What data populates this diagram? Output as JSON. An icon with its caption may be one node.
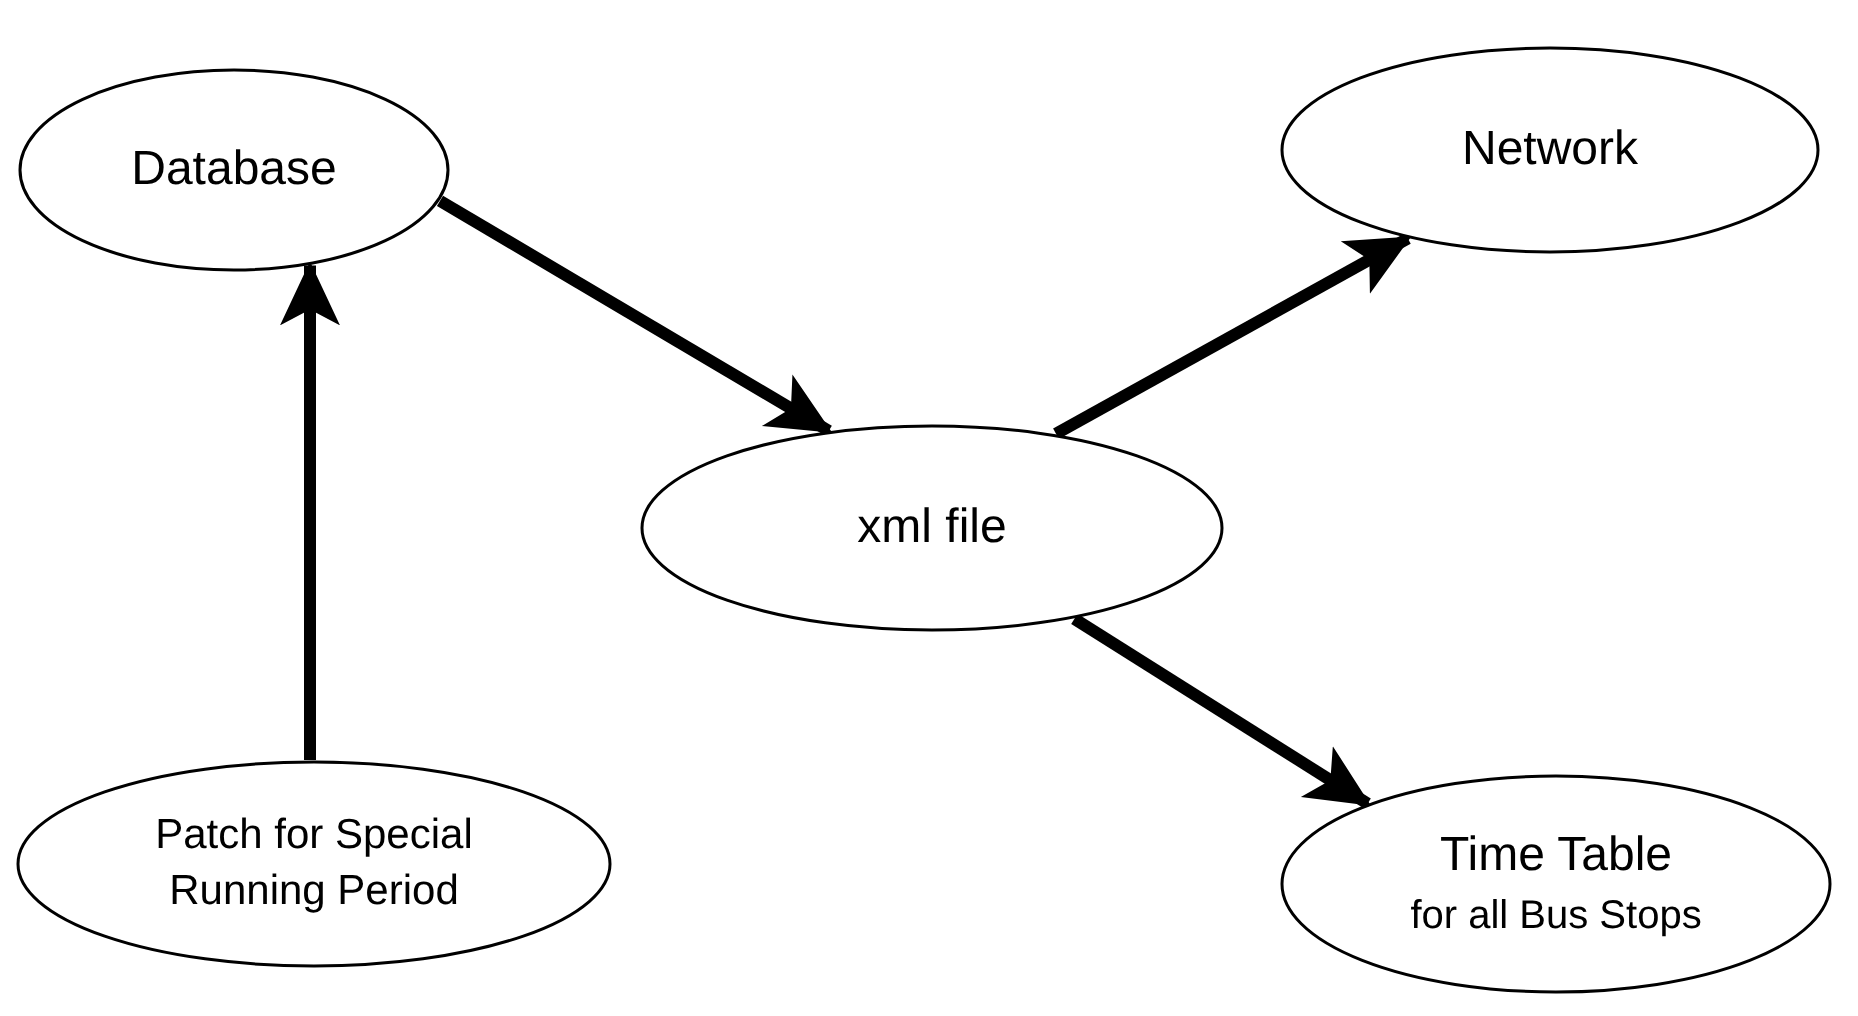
{
  "diagram": {
    "nodes": [
      {
        "text": [
          "Database"
        ]
      },
      {
        "text": [
          "xml file"
        ]
      },
      {
        "text": [
          "Network"
        ]
      },
      {
        "text": [
          "Patch for Special Running Period"
        ]
      },
      {
        "text": [
          "Time Table",
          "for all Bus Stops"
        ]
      }
    ],
    "edges": [
      {
        "from": 0,
        "to": 1,
        "arrow": "to"
      },
      {
        "from": 3,
        "to": 0,
        "arrow": "to"
      },
      {
        "from": 1,
        "to": 2,
        "arrow": "to"
      },
      {
        "from": 1,
        "to": 4,
        "arrow": "to"
      }
    ]
  }
}
